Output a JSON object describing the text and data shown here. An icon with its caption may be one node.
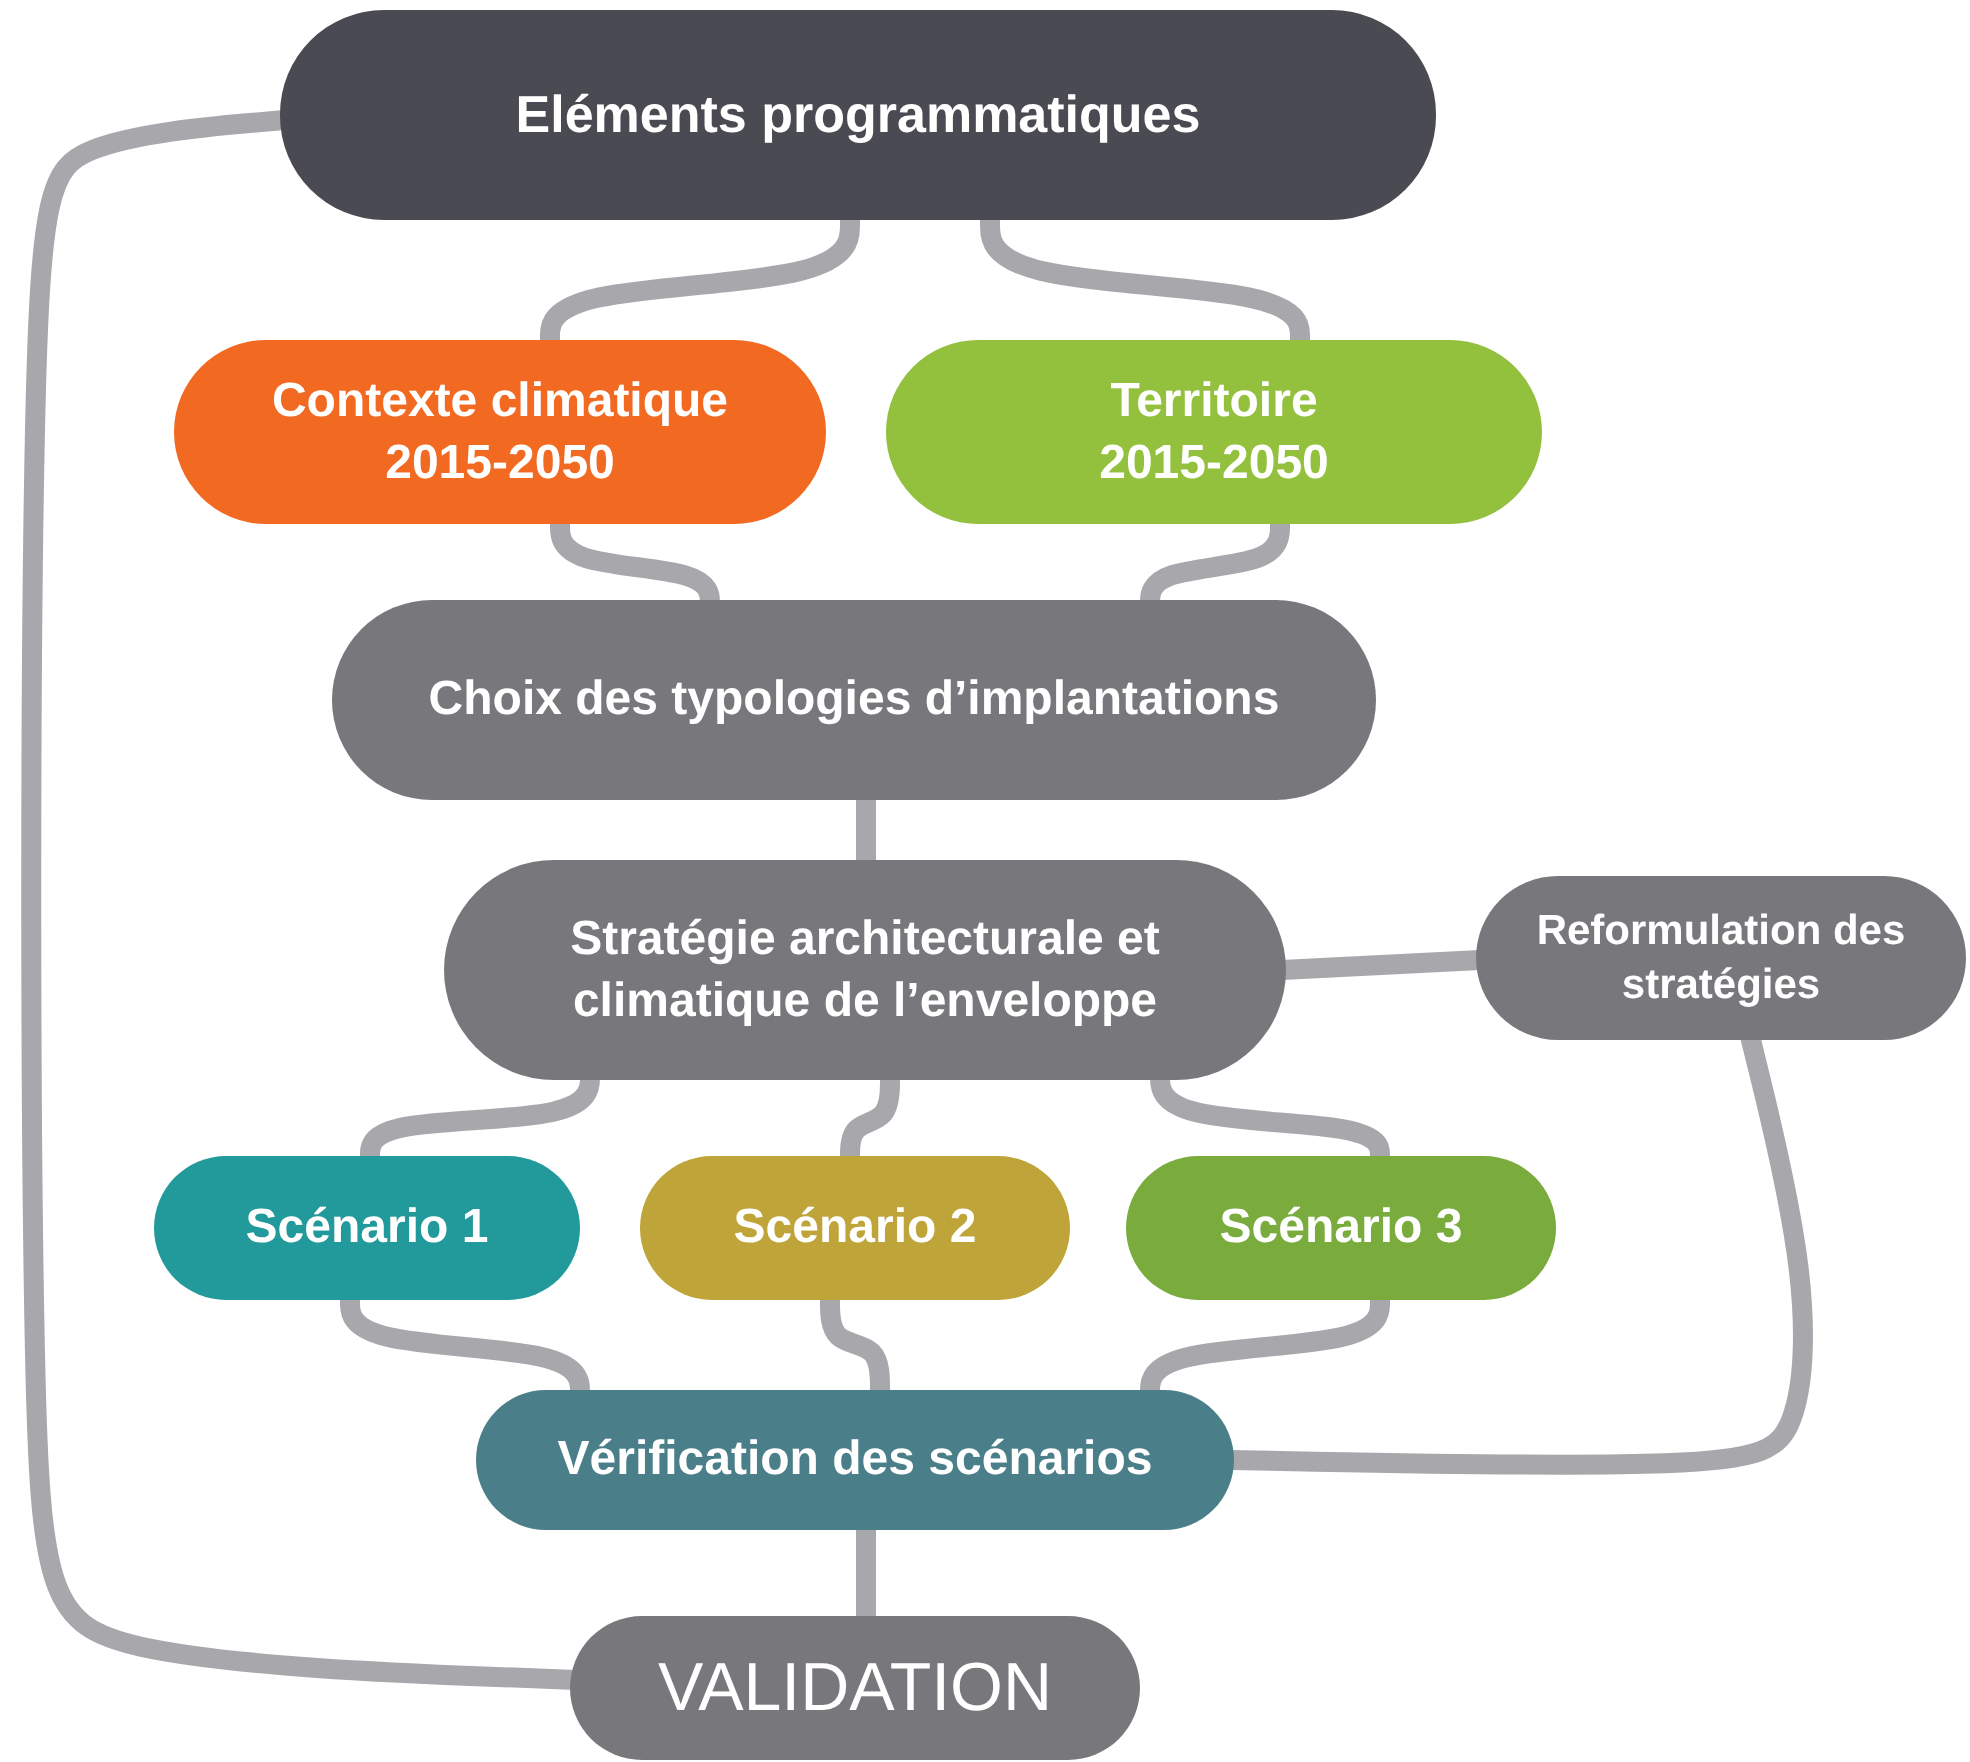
{
  "diagram": {
    "nodes": [
      {
        "text": [
          "Eléments programmatiques"
        ]
      },
      {
        "text": [
          "Contexte climatique 2015-2050"
        ]
      },
      {
        "text": [
          "Territoire 2015-2050"
        ]
      },
      {
        "text": [
          "Choix des typologies d’implantations"
        ]
      },
      {
        "text": [
          "Stratégie architecturale et climatique de l’enveloppe"
        ]
      },
      {
        "text": [
          "Reformulation des stratégies"
        ]
      },
      {
        "text": [
          "Scénario 1"
        ]
      },
      {
        "text": [
          "Scénario 2"
        ]
      },
      {
        "text": [
          "Scénario 3"
        ]
      },
      {
        "text": [
          "Vérification des scénarios"
        ]
      },
      {
        "text": [
          "VALIDATION"
        ]
      }
    ],
    "edges": [
      {
        "from": 0,
        "to": 1,
        "arrow": "none"
      },
      {
        "from": 0,
        "to": 2,
        "arrow": "none"
      },
      {
        "from": 1,
        "to": 3,
        "arrow": "none"
      },
      {
        "from": 2,
        "to": 3,
        "arrow": "none"
      },
      {
        "from": 3,
        "to": 4,
        "arrow": "none"
      },
      {
        "from": 4,
        "to": 5,
        "arrow": "none"
      },
      {
        "from": 4,
        "to": 6,
        "arrow": "none"
      },
      {
        "from": 4,
        "to": 7,
        "arrow": "none"
      },
      {
        "from": 4,
        "to": 8,
        "arrow": "none"
      },
      {
        "from": 6,
        "to": 9,
        "arrow": "none"
      },
      {
        "from": 7,
        "to": 9,
        "arrow": "none"
      },
      {
        "from": 8,
        "to": 9,
        "arrow": "none"
      },
      {
        "from": 5,
        "to": 9,
        "arrow": "none"
      },
      {
        "from": 9,
        "to": 10,
        "arrow": "none"
      },
      {
        "from": 0,
        "to": 10,
        "arrow": "none"
      }
    ]
  }
}
